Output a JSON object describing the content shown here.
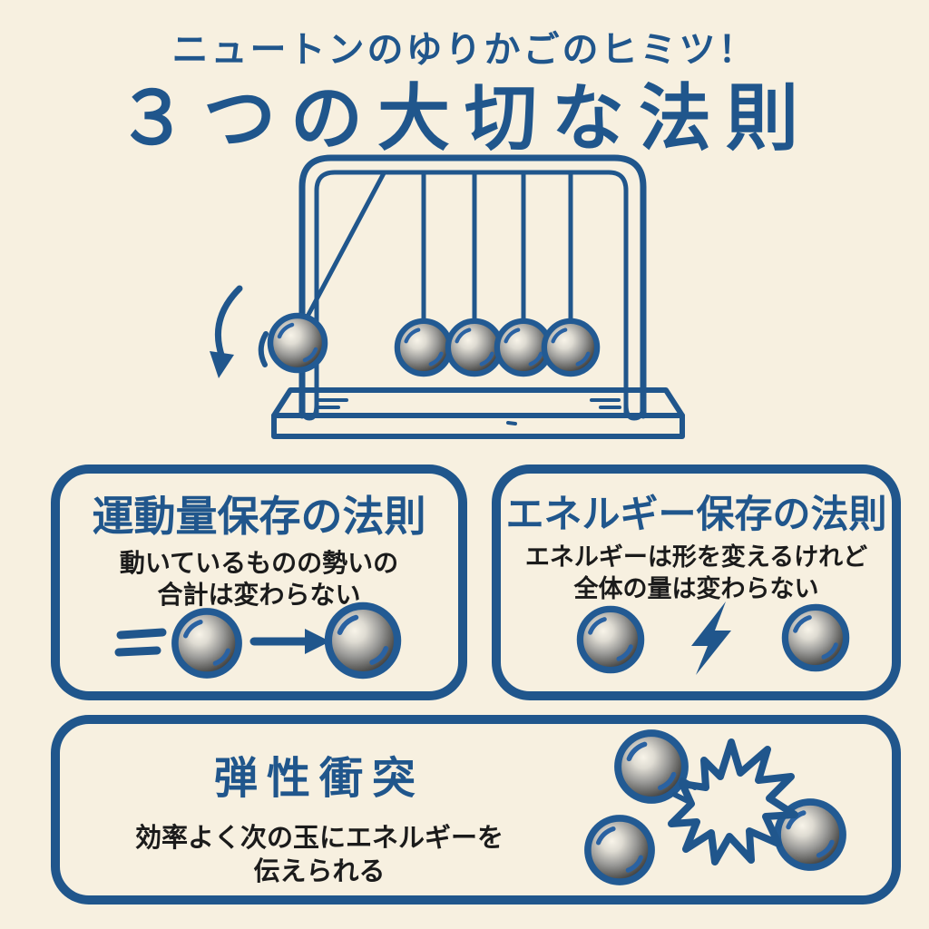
{
  "colors": {
    "background": "#f7f0e0",
    "accent_blue": "#20568c",
    "text_black": "#1b1b1b",
    "ball_highlight": "#f8f4e9",
    "ball_shadow": "#212120"
  },
  "header": {
    "subtitle": "ニュートンのゆりかごのヒミツ！",
    "title": "３つの大切な法則"
  },
  "sections": {
    "momentum": {
      "title": "運動量保存の法則",
      "body_line1": "動いているものの勢いの",
      "body_line2": "合計は変わらない"
    },
    "energy": {
      "title": "エネルギー保存の法則",
      "body_line1": "エネルギーは形を変えるけれど",
      "body_line2": "全体の量は変わらない"
    },
    "elastic": {
      "title": "弾性衝突",
      "body_line1": "効率よく次の玉にエネルギーを",
      "body_line2": "伝えられる"
    }
  },
  "illustration": {
    "name": "newtons-cradle",
    "ball_count": 5
  }
}
